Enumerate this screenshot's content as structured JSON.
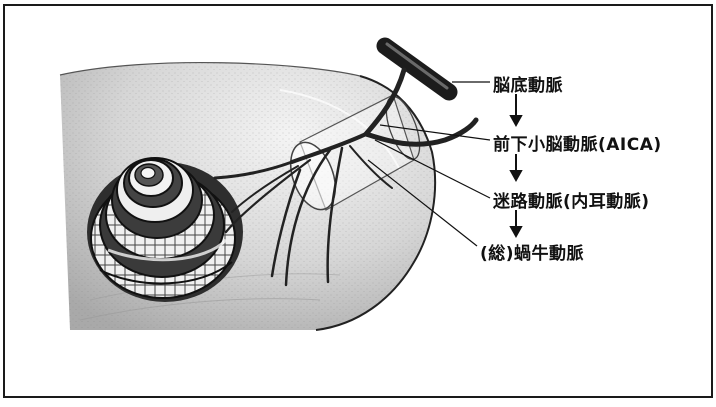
{
  "diagram": {
    "labels": {
      "basilar_artery": "脳底動脈",
      "aica": "前下小脳動脈(AICA)",
      "labyrinthine_artery": "迷路動脈(内耳動脈)",
      "cochlear_artery": "(総)蝸牛動脈"
    },
    "colors": {
      "frame": "#1a1a1a",
      "bone": "#d9d9d9",
      "vessel": "#222222",
      "cochlea_light": "#ededed",
      "cochlea_dark": "#2a2a2a"
    }
  }
}
